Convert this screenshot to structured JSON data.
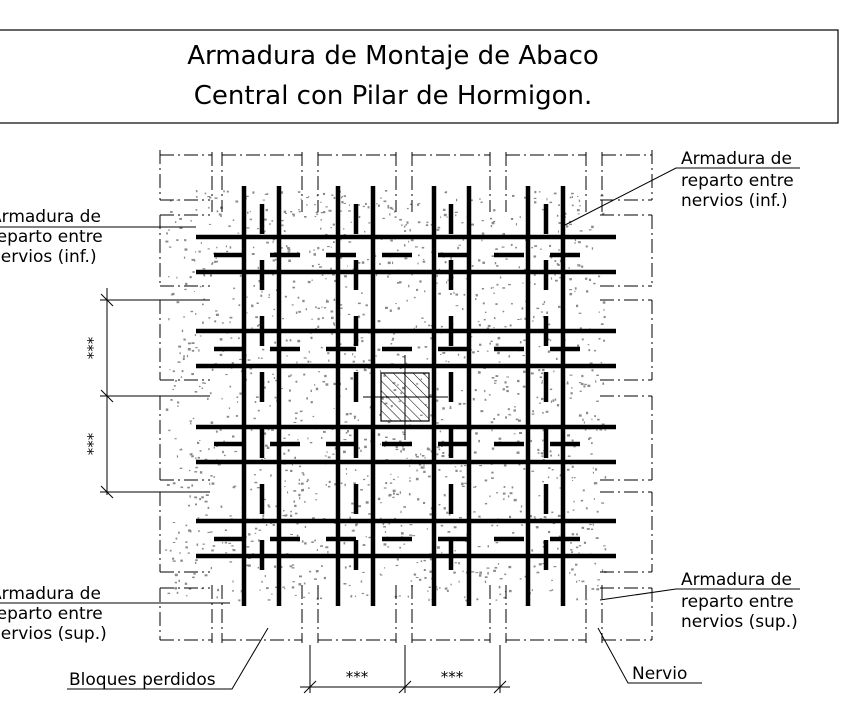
{
  "title": {
    "line1": "Armadura de Montaje de Abaco",
    "line2": "Central con Pilar de Hormigon."
  },
  "labels": {
    "top_left": [
      "Armadura de",
      "reparto entre",
      "nervios (inf.)"
    ],
    "top_right": [
      "Armadura de",
      "reparto entre",
      "nervios (inf.)"
    ],
    "bottom_left": [
      "Armadura de",
      "reparto entre",
      "nervios (sup.)"
    ],
    "bottom_right": [
      "Armadura de",
      "reparto entre",
      "nervios (sup.)"
    ],
    "bloques": "Bloques perdidos",
    "nervio": "Nervio"
  },
  "dimensions": {
    "vertical_upper": "***",
    "vertical_lower": "***",
    "horizontal_left": "***",
    "horizontal_right": "***"
  },
  "colors": {
    "line": "#000000",
    "concrete_speckle": "#8a8a8a",
    "background": "#ffffff"
  }
}
